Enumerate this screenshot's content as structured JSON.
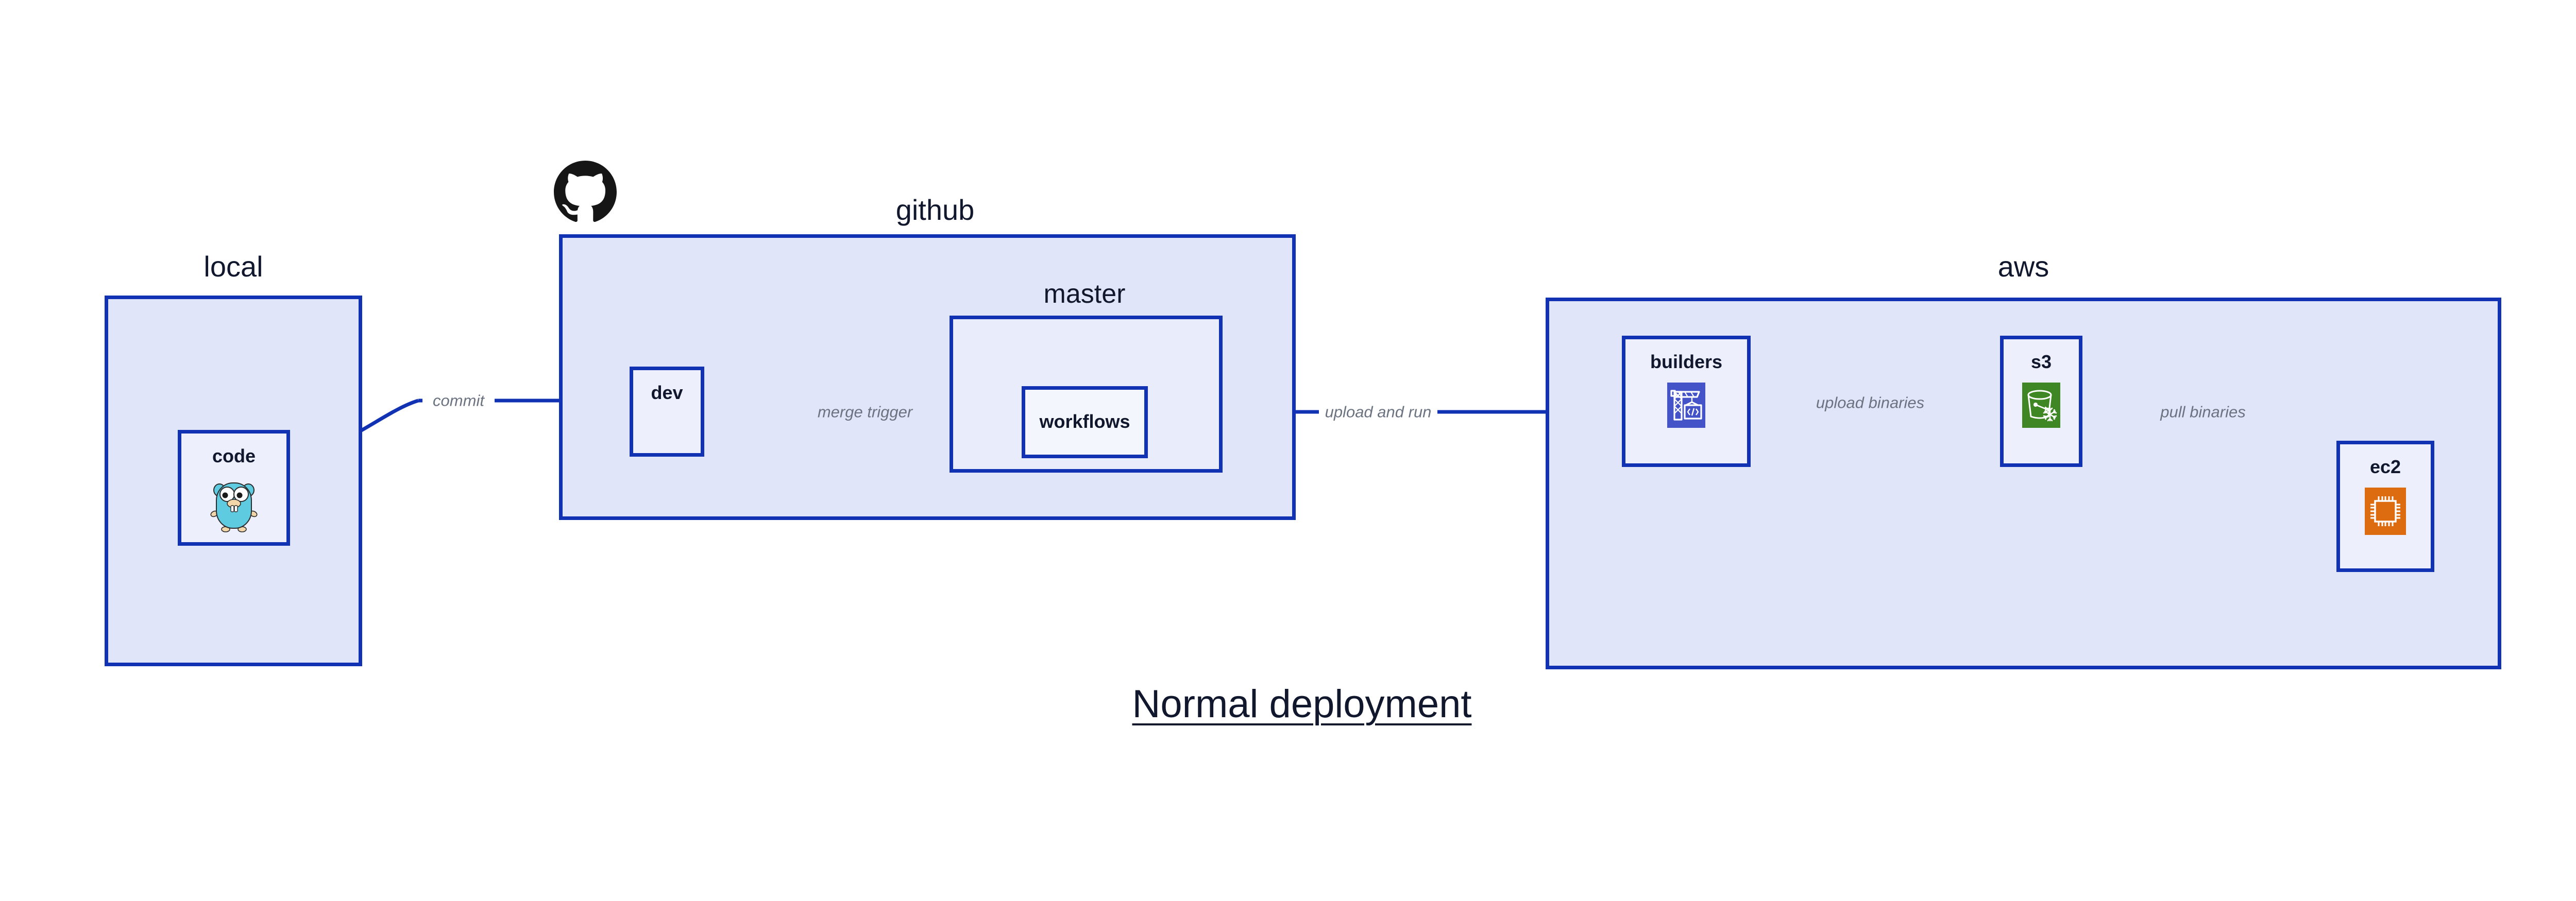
{
  "diagram": {
    "caption": "Normal deployment",
    "colors": {
      "border": "#1232b4",
      "group_fill": "#e0e5f9",
      "subgroup_fill": "#e9edfb",
      "node_fill": "#edf0fc",
      "label_text": "#11182e",
      "edge_label_text": "#6b7280",
      "codebuild_orange": "#4553c8",
      "s3_green": "#3f8624",
      "ec2_orange": "#dd6b10",
      "gopher_cyan": "#5fcbe0",
      "octocat_black": "#161616"
    },
    "groups": [
      {
        "id": "local",
        "label": "local"
      },
      {
        "id": "github",
        "label": "github"
      },
      {
        "id": "master",
        "label": "master"
      },
      {
        "id": "aws",
        "label": "aws"
      }
    ],
    "nodes": [
      {
        "id": "code",
        "label": "code",
        "icon": "go-gopher-icon"
      },
      {
        "id": "dev",
        "label": "dev",
        "icon": "none"
      },
      {
        "id": "workflows",
        "label": "workflows",
        "icon": "none"
      },
      {
        "id": "builders",
        "label": "builders",
        "icon": "aws-codebuild-icon"
      },
      {
        "id": "s3",
        "label": "s3",
        "icon": "aws-s3-glacier-icon"
      },
      {
        "id": "ec2",
        "label": "ec2",
        "icon": "aws-ec2-icon"
      }
    ],
    "edges": [
      {
        "id": "code-dev",
        "label": "commit"
      },
      {
        "id": "dev-workflows",
        "label": "merge trigger"
      },
      {
        "id": "workflows-builders",
        "label": "upload and run"
      },
      {
        "id": "builders-s3",
        "label": "upload binaries"
      },
      {
        "id": "s3-ec2",
        "label": "pull binaries"
      }
    ]
  }
}
